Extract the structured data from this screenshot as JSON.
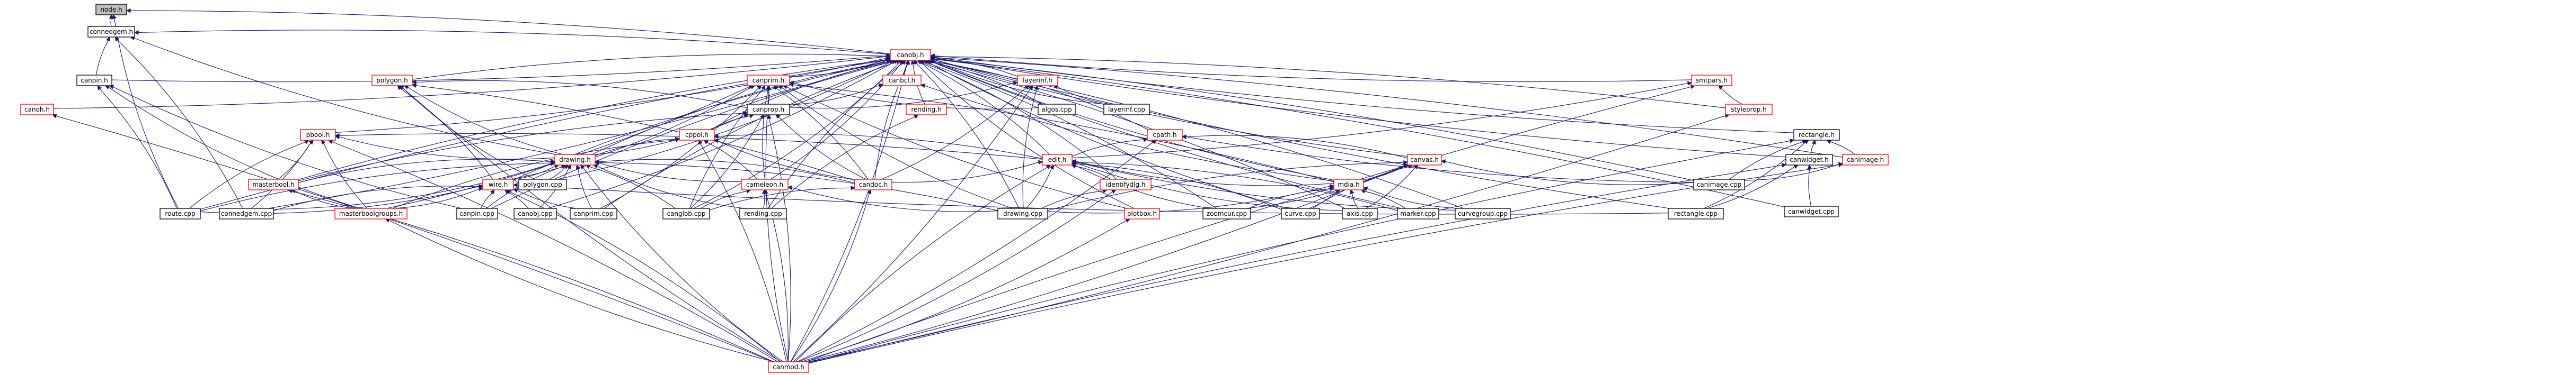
{
  "nodes": [
    {
      "id": "node_h",
      "label": "node.h",
      "kind": "root"
    },
    {
      "id": "connedgem_h",
      "label": "connedgem.h",
      "kind": "header"
    },
    {
      "id": "canobj_h",
      "label": "canobj.h",
      "kind": "link"
    },
    {
      "id": "canpin_h",
      "label": "canpin.h",
      "kind": "header"
    },
    {
      "id": "polygon_h",
      "label": "polygon.h",
      "kind": "link"
    },
    {
      "id": "canprim_h",
      "label": "canprim.h",
      "kind": "link"
    },
    {
      "id": "canbcl_h",
      "label": "canbcl.h",
      "kind": "link"
    },
    {
      "id": "layerinf_h",
      "label": "layerinf.h",
      "kind": "link"
    },
    {
      "id": "smtpars_h",
      "label": "smtpars.h",
      "kind": "link"
    },
    {
      "id": "canoh_h",
      "label": "canoh.h",
      "kind": "link"
    },
    {
      "id": "canprop_h",
      "label": "canprop.h",
      "kind": "header"
    },
    {
      "id": "rending_h",
      "label": "rending.h",
      "kind": "link"
    },
    {
      "id": "algos_cpp",
      "label": "algos.cpp",
      "kind": "file"
    },
    {
      "id": "layerinf_cpp",
      "label": "layerinf.cpp",
      "kind": "file"
    },
    {
      "id": "styleprop_h",
      "label": "styleprop.h",
      "kind": "link"
    },
    {
      "id": "rectangle_h",
      "label": "rectangle.h",
      "kind": "header"
    },
    {
      "id": "pbool_h",
      "label": "pbool.h",
      "kind": "link"
    },
    {
      "id": "cppol_h",
      "label": "cppol.h",
      "kind": "link"
    },
    {
      "id": "cpath_h",
      "label": "cpath.h",
      "kind": "link"
    },
    {
      "id": "canwidget_h",
      "label": "canwidget.h",
      "kind": "header"
    },
    {
      "id": "canimage_h",
      "label": "canimage.h",
      "kind": "link"
    },
    {
      "id": "drawing_h",
      "label": "drawing.h",
      "kind": "link"
    },
    {
      "id": "edit_h",
      "label": "edit.h",
      "kind": "link"
    },
    {
      "id": "canvas_h",
      "label": "canvas.h",
      "kind": "link"
    },
    {
      "id": "canimage_cpp",
      "label": "canimage.cpp",
      "kind": "file"
    },
    {
      "id": "masterbool_h",
      "label": "masterbool.h",
      "kind": "link"
    },
    {
      "id": "polygon_cpp",
      "label": "polygon.cpp",
      "kind": "file"
    },
    {
      "id": "wire_h",
      "label": "wire.h",
      "kind": "link"
    },
    {
      "id": "cameleon_h",
      "label": "cameleon.h",
      "kind": "link"
    },
    {
      "id": "candoc_h",
      "label": "candoc.h",
      "kind": "link"
    },
    {
      "id": "identifydlg_h",
      "label": "identifydlg.h",
      "kind": "link"
    },
    {
      "id": "mdia_h",
      "label": "mdia.h",
      "kind": "link"
    },
    {
      "id": "canwidget_cpp",
      "label": "canwidget.cpp",
      "kind": "file"
    },
    {
      "id": "route_cpp",
      "label": "route.cpp",
      "kind": "file"
    },
    {
      "id": "connedgem_cpp",
      "label": "connedgem.cpp",
      "kind": "file"
    },
    {
      "id": "masterboolgroups_h",
      "label": "masterboolgroups.h",
      "kind": "link"
    },
    {
      "id": "canpin_cpp",
      "label": "canpin.cpp",
      "kind": "file"
    },
    {
      "id": "canobj_cpp",
      "label": "canobj.cpp",
      "kind": "file"
    },
    {
      "id": "canprim_cpp",
      "label": "canprim.cpp",
      "kind": "file"
    },
    {
      "id": "canglob_cpp",
      "label": "canglob.cpp",
      "kind": "file"
    },
    {
      "id": "rending_cpp",
      "label": "rending.cpp",
      "kind": "file"
    },
    {
      "id": "drawing_cpp",
      "label": "drawing.cpp",
      "kind": "file"
    },
    {
      "id": "plotbox_h",
      "label": "plotbox.h",
      "kind": "link"
    },
    {
      "id": "zoomcur_cpp",
      "label": "zoomcur.cpp",
      "kind": "file"
    },
    {
      "id": "curve_cpp",
      "label": "curve.cpp",
      "kind": "file"
    },
    {
      "id": "axis_cpp",
      "label": "axis.cpp",
      "kind": "file"
    },
    {
      "id": "marker_cpp",
      "label": "marker.cpp",
      "kind": "file"
    },
    {
      "id": "curvegroup_cpp",
      "label": "curvegroup.cpp",
      "kind": "file"
    },
    {
      "id": "rectangle_cpp",
      "label": "rectangle.cpp",
      "kind": "file"
    },
    {
      "id": "canmod_h",
      "label": "canmod.h",
      "kind": "link"
    }
  ],
  "edges": [
    [
      "connedgem_h",
      "node_h"
    ],
    [
      "canobj_h",
      "node_h"
    ],
    [
      "route_cpp",
      "node_h"
    ],
    [
      "canobj_h",
      "connedgem_h"
    ],
    [
      "canpin_h",
      "connedgem_h"
    ],
    [
      "connedgem_cpp",
      "connedgem_h"
    ],
    [
      "drawing_h",
      "connedgem_h"
    ],
    [
      "canpin_h",
      "canobj_h"
    ],
    [
      "polygon_h",
      "canobj_h"
    ],
    [
      "canprim_h",
      "canobj_h"
    ],
    [
      "canbcl_h",
      "canobj_h"
    ],
    [
      "layerinf_h",
      "canobj_h"
    ],
    [
      "smtpars_h",
      "canobj_h"
    ],
    [
      "canoh_h",
      "canobj_h"
    ],
    [
      "rending_h",
      "canobj_h"
    ],
    [
      "algos_cpp",
      "canobj_h"
    ],
    [
      "layerinf_cpp",
      "canobj_h"
    ],
    [
      "styleprop_h",
      "canobj_h"
    ],
    [
      "rectangle_h",
      "canobj_h"
    ],
    [
      "pbool_h",
      "canobj_h"
    ],
    [
      "cppol_h",
      "canobj_h"
    ],
    [
      "cpath_h",
      "canobj_h"
    ],
    [
      "canwidget_h",
      "canobj_h"
    ],
    [
      "canimage_h",
      "canobj_h"
    ],
    [
      "drawing_h",
      "canobj_h"
    ],
    [
      "edit_h",
      "canobj_h"
    ],
    [
      "canvas_h",
      "canobj_h"
    ],
    [
      "canimage_cpp",
      "canobj_h"
    ],
    [
      "masterbool_h",
      "canobj_h"
    ],
    [
      "polygon_cpp",
      "canobj_h"
    ],
    [
      "wire_h",
      "canobj_h"
    ],
    [
      "cameleon_h",
      "canobj_h"
    ],
    [
      "candoc_h",
      "canobj_h"
    ],
    [
      "identifydlg_h",
      "canobj_h"
    ],
    [
      "mdia_h",
      "canobj_h"
    ],
    [
      "canwidget_cpp",
      "canobj_h"
    ],
    [
      "route_cpp",
      "canobj_h"
    ],
    [
      "connedgem_cpp",
      "canobj_h"
    ],
    [
      "canpin_cpp",
      "canobj_h"
    ],
    [
      "canobj_cpp",
      "canobj_h"
    ],
    [
      "canprim_cpp",
      "canobj_h"
    ],
    [
      "canglob_cpp",
      "canobj_h"
    ],
    [
      "rending_cpp",
      "canobj_h"
    ],
    [
      "drawing_cpp",
      "canobj_h"
    ],
    [
      "plotbox_h",
      "canobj_h"
    ],
    [
      "zoomcur_cpp",
      "canobj_h"
    ],
    [
      "curve_cpp",
      "canobj_h"
    ],
    [
      "axis_cpp",
      "canobj_h"
    ],
    [
      "marker_cpp",
      "canobj_h"
    ],
    [
      "curvegroup_cpp",
      "canobj_h"
    ],
    [
      "rectangle_cpp",
      "canobj_h"
    ],
    [
      "canmod_h",
      "canobj_h"
    ],
    [
      "canpin_cpp",
      "canpin_h"
    ],
    [
      "route_cpp",
      "canpin_h"
    ],
    [
      "masterboolgroups_h",
      "canpin_h"
    ],
    [
      "canprop_h",
      "polygon_h"
    ],
    [
      "polygon_cpp",
      "polygon_h"
    ],
    [
      "wire_h",
      "polygon_h"
    ],
    [
      "drawing_h",
      "polygon_h"
    ],
    [
      "candoc_h",
      "polygon_h"
    ],
    [
      "canmod_h",
      "polygon_h"
    ],
    [
      "canprop_h",
      "canprim_h"
    ],
    [
      "cameleon_h",
      "canprim_h"
    ],
    [
      "canprim_cpp",
      "canprim_h"
    ],
    [
      "canglob_cpp",
      "canprim_h"
    ],
    [
      "wire_h",
      "canprim_h"
    ],
    [
      "drawing_cpp",
      "canprim_h"
    ],
    [
      "mdia_h",
      "canprim_h"
    ],
    [
      "plotbox_h",
      "canprim_h"
    ],
    [
      "candoc_h",
      "canprim_h"
    ],
    [
      "algos_cpp",
      "canprim_h"
    ],
    [
      "masterboolgroups_h",
      "canprim_h"
    ],
    [
      "canmod_h",
      "canprim_h"
    ],
    [
      "canprop_h",
      "canbcl_h"
    ],
    [
      "mdia_h",
      "canbcl_h"
    ],
    [
      "canprop_h",
      "layerinf_h"
    ],
    [
      "layerinf_cpp",
      "layerinf_h"
    ],
    [
      "candoc_h",
      "layerinf_h"
    ],
    [
      "drawing_cpp",
      "layerinf_h"
    ],
    [
      "canmod_h",
      "layerinf_h"
    ],
    [
      "styleprop_h",
      "smtpars_h"
    ],
    [
      "edit_h",
      "smtpars_h"
    ],
    [
      "canmod_h",
      "smtpars_h"
    ],
    [
      "canmod_h",
      "canoh_h"
    ],
    [
      "cppol_h",
      "canprop_h"
    ],
    [
      "drawing_h",
      "canprop_h"
    ],
    [
      "candoc_h",
      "canprop_h"
    ],
    [
      "canglob_cpp",
      "canprop_h"
    ],
    [
      "masterbool_h",
      "canprop_h"
    ],
    [
      "canmod_h",
      "canprop_h"
    ],
    [
      "rending_cpp",
      "rending_h"
    ],
    [
      "canmod_h",
      "styleprop_h"
    ],
    [
      "canwidget_h",
      "rectangle_h"
    ],
    [
      "canimage_h",
      "rectangle_h"
    ],
    [
      "canimage_cpp",
      "rectangle_h"
    ],
    [
      "rectangle_cpp",
      "rectangle_h"
    ],
    [
      "canmod_h",
      "rectangle_h"
    ],
    [
      "masterbool_h",
      "pbool_h"
    ],
    [
      "masterboolgroups_h",
      "pbool_h"
    ],
    [
      "connedgem_cpp",
      "pbool_h"
    ],
    [
      "route_cpp",
      "pbool_h"
    ],
    [
      "edit_h",
      "pbool_h"
    ],
    [
      "drawing_h",
      "pbool_h"
    ],
    [
      "canmod_h",
      "pbool_h"
    ],
    [
      "drawing_h",
      "cppol_h"
    ],
    [
      "cameleon_h",
      "cppol_h"
    ],
    [
      "candoc_h",
      "cppol_h"
    ],
    [
      "edit_h",
      "cppol_h"
    ],
    [
      "masterboolgroups_h",
      "cppol_h"
    ],
    [
      "canmod_h",
      "cppol_h"
    ],
    [
      "edit_h",
      "cpath_h"
    ],
    [
      "canvas_h",
      "cpath_h"
    ],
    [
      "canimage_cpp",
      "cpath_h"
    ],
    [
      "canmod_h",
      "cpath_h"
    ],
    [
      "canwidget_cpp",
      "canwidget_h"
    ],
    [
      "rectangle_cpp",
      "canwidget_h"
    ],
    [
      "canmod_h",
      "canwidget_h"
    ],
    [
      "canimage_cpp",
      "canimage_h"
    ],
    [
      "canmod_h",
      "canimage_h"
    ],
    [
      "wire_h",
      "drawing_h"
    ],
    [
      "cameleon_h",
      "drawing_h"
    ],
    [
      "candoc_h",
      "drawing_h"
    ],
    [
      "masterbool_h",
      "drawing_h"
    ],
    [
      "polygon_cpp",
      "drawing_h"
    ],
    [
      "canpin_cpp",
      "drawing_h"
    ],
    [
      "canobj_cpp",
      "drawing_h"
    ],
    [
      "canprim_cpp",
      "drawing_h"
    ],
    [
      "canglob_cpp",
      "drawing_h"
    ],
    [
      "rending_cpp",
      "drawing_h"
    ],
    [
      "drawing_cpp",
      "drawing_h"
    ],
    [
      "route_cpp",
      "drawing_h"
    ],
    [
      "connedgem_cpp",
      "drawing_h"
    ],
    [
      "canmod_h",
      "drawing_h"
    ],
    [
      "identifydlg_h",
      "edit_h"
    ],
    [
      "mdia_h",
      "edit_h"
    ],
    [
      "drawing_cpp",
      "edit_h"
    ],
    [
      "zoomcur_cpp",
      "edit_h"
    ],
    [
      "curve_cpp",
      "edit_h"
    ],
    [
      "axis_cpp",
      "edit_h"
    ],
    [
      "marker_cpp",
      "edit_h"
    ],
    [
      "curvegroup_cpp",
      "edit_h"
    ],
    [
      "candoc_h",
      "edit_h"
    ],
    [
      "canmod_h",
      "edit_h"
    ],
    [
      "mdia_h",
      "canvas_h"
    ],
    [
      "canimage_cpp",
      "canvas_h"
    ],
    [
      "zoomcur_cpp",
      "canvas_h"
    ],
    [
      "curve_cpp",
      "canvas_h"
    ],
    [
      "axis_cpp",
      "canvas_h"
    ],
    [
      "drawing_cpp",
      "canvas_h"
    ],
    [
      "canmod_h",
      "canvas_h"
    ],
    [
      "masterboolgroups_h",
      "masterbool_h"
    ],
    [
      "canmod_h",
      "masterbool_h"
    ],
    [
      "canpin_cpp",
      "wire_h"
    ],
    [
      "canobj_cpp",
      "wire_h"
    ],
    [
      "canprim_cpp",
      "wire_h"
    ],
    [
      "route_cpp",
      "wire_h"
    ],
    [
      "connedgem_cpp",
      "wire_h"
    ],
    [
      "masterboolgroups_h",
      "wire_h"
    ],
    [
      "rectangle_cpp",
      "wire_h"
    ],
    [
      "canmod_h",
      "wire_h"
    ],
    [
      "canglob_cpp",
      "cameleon_h"
    ],
    [
      "rending_cpp",
      "cameleon_h"
    ],
    [
      "drawing_cpp",
      "cameleon_h"
    ],
    [
      "canmod_h",
      "cameleon_h"
    ],
    [
      "canglob_cpp",
      "candoc_h"
    ],
    [
      "canmod_h",
      "candoc_h"
    ],
    [
      "drawing_cpp",
      "identifydlg_h"
    ],
    [
      "canmod_h",
      "identifydlg_h"
    ],
    [
      "zoomcur_cpp",
      "mdia_h"
    ],
    [
      "curve_cpp",
      "mdia_h"
    ],
    [
      "axis_cpp",
      "mdia_h"
    ],
    [
      "marker_cpp",
      "mdia_h"
    ],
    [
      "curvegroup_cpp",
      "mdia_h"
    ],
    [
      "drawing_cpp",
      "mdia_h"
    ],
    [
      "canmod_h",
      "masterboolgroups_h"
    ],
    [
      "canmod_h",
      "plotbox_h"
    ]
  ],
  "colors": {
    "edge": "#191970",
    "root_fill": "#bfbfbf",
    "root_border": "#000000",
    "header_border": "#000000",
    "link_border": "#ff0000",
    "file_border": "#000000",
    "node_fill": "#ffffff"
  }
}
